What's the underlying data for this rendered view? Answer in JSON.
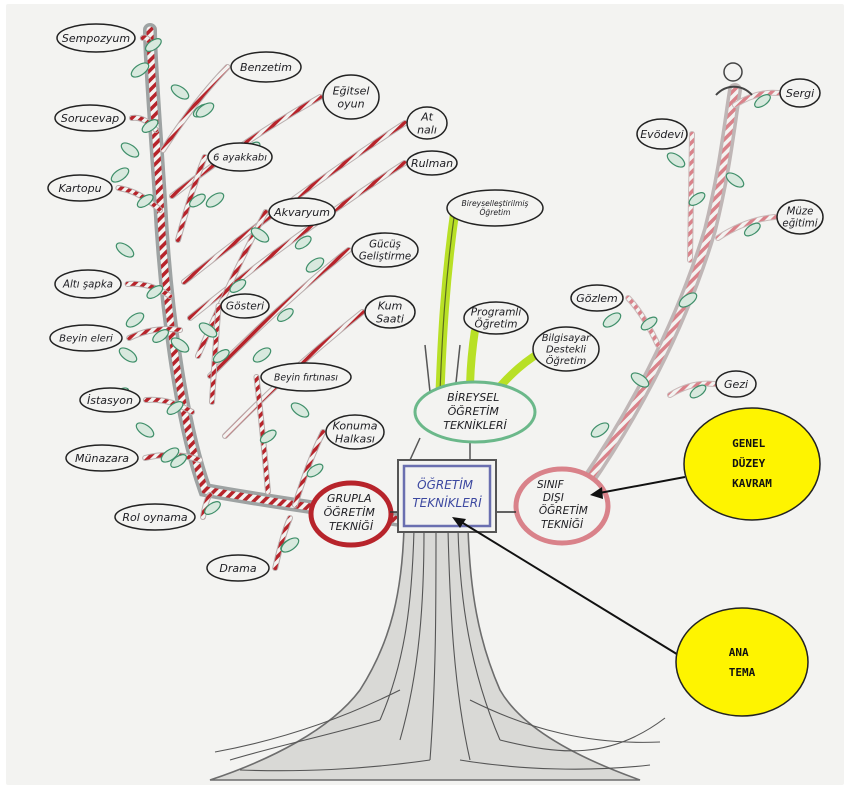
{
  "root_label": "ÖĞRETİM TEKNİKLERİ",
  "group_left": {
    "lines": [
      "GRUPLA",
      "ÖĞRETİM",
      "TEKNİĞİ"
    ],
    "color": "#c8262c"
  },
  "group_center": {
    "lines": [
      "BİREYSEL",
      "ÖĞRETİM",
      "TEKNİKLERİ"
    ],
    "color": "#5aa878"
  },
  "group_right": {
    "lines": [
      "SINIF",
      "DIŞI",
      "ÖĞRETİM",
      "TEKNİĞİ"
    ],
    "color": "#d97a80"
  },
  "left_leaves": [
    {
      "text": "Sempozyum"
    },
    {
      "text": "Sorucevap"
    },
    {
      "text": "Kartopu"
    },
    {
      "text": "Altı şapka"
    },
    {
      "text": "Beyin eleri"
    },
    {
      "text": "İstasyon"
    },
    {
      "text": "Münazara"
    },
    {
      "text": "Rol oynama"
    },
    {
      "text": "Drama"
    },
    {
      "text": "Benzetim"
    },
    {
      "text": "Eğitsel oyun"
    },
    {
      "text": "6 ayakkabı"
    },
    {
      "text": "At nalı"
    },
    {
      "text": "Rulman"
    },
    {
      "text": "Akvaryum"
    },
    {
      "text": "Gücüş Geliştirme"
    },
    {
      "text": "Gösteri"
    },
    {
      "text": "Kum Saati"
    },
    {
      "text": "Beyin fırtınası"
    },
    {
      "text": "Konuma Halkası"
    }
  ],
  "center_leaves": [
    {
      "text": "Bireyselleştirilmiş Öğretim"
    },
    {
      "text": "Programlı Öğretim"
    },
    {
      "text": "Bilgisayar Destekli Öğretim"
    }
  ],
  "right_leaves": [
    {
      "text": "Evödevi"
    },
    {
      "text": "Sergi"
    },
    {
      "text": "Müze eğitimi"
    },
    {
      "text": "Gözlem"
    },
    {
      "text": "Gezi"
    }
  ],
  "callouts": {
    "general": {
      "lines": [
        "GENEL",
        "DÜZEY",
        "KAVRAM"
      ]
    },
    "main": {
      "lines": [
        "ANA",
        "TEMA"
      ]
    }
  },
  "colors": {
    "red_branch": "#b7242b",
    "pink_branch": "#d9828a",
    "green_branch": "#b8e026",
    "callout_fill": "#fef400",
    "leaf": "#3f8f6a"
  }
}
